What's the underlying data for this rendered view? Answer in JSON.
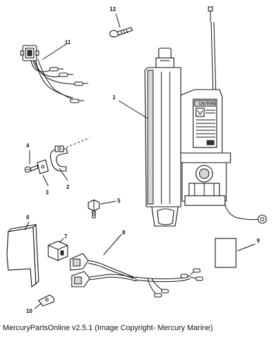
{
  "callouts": {
    "c1": "1",
    "c2": "2",
    "c3": "3",
    "c4": "4",
    "c5": "5",
    "c6": "6",
    "c7": "7",
    "c8": "8",
    "c9": "9",
    "c10": "10",
    "c11": "11",
    "c12": "12"
  },
  "caution_label": "CAUTION",
  "footer_text": "MercuryPartsOnline v2.5.1 (Image Copyright- Mercury Marine)"
}
